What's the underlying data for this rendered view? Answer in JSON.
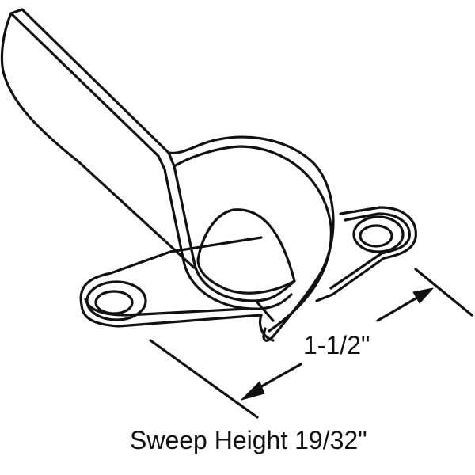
{
  "diagram": {
    "subject": "window sash lock (sweep latch)",
    "stroke_color": "#111111",
    "background_color": "#ffffff",
    "dimensions": {
      "width_label": "1-1/2\"",
      "sweep_height_label": "Sweep Height 19/32\""
    }
  }
}
